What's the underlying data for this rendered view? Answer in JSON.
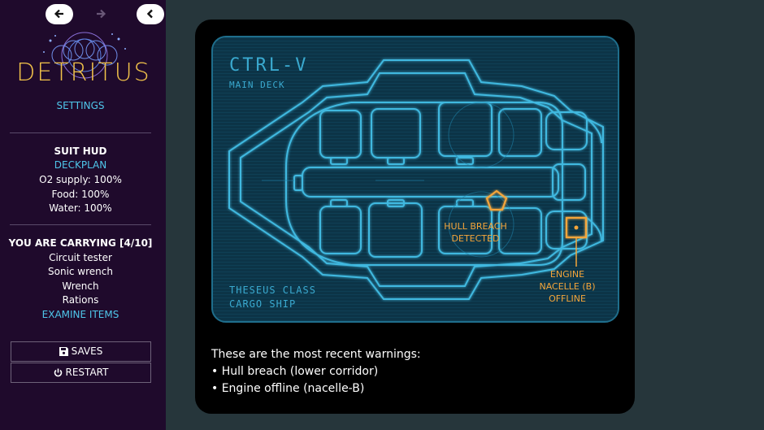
{
  "nav": {
    "back_icon": "arrow-left-icon",
    "forward_icon": "arrow-right-icon",
    "collapse_icon": "chevron-left-icon"
  },
  "logo": {
    "text": "DETRITUS"
  },
  "sidebar": {
    "settings_label": "SETTINGS",
    "hud": {
      "title": "SUIT HUD",
      "deckplan_label": "DECKPLAN",
      "o2": "O2 supply: 100%",
      "food": "Food: 100%",
      "water": "Water: 100%"
    },
    "inventory": {
      "title": "YOU ARE CARRYING [4/10]",
      "items": [
        "Circuit tester",
        "Sonic wrench",
        "Wrench",
        "Rations"
      ],
      "examine_label": "EXAMINE ITEMS"
    },
    "saves_label": "SAVES",
    "restart_label": "RESTART"
  },
  "deckplan": {
    "ship_name": "CTRL-V",
    "deck_name": "MAIN DECK",
    "class_line1": "THESEUS CLASS",
    "class_line2": "CARGO SHIP",
    "hull_warning_line1": "HULL BREACH",
    "hull_warning_line2": "DETECTED",
    "engine_warning_line1": "ENGINE",
    "engine_warning_line2": "NACELLE (B)",
    "engine_warning_line3": "OFFLINE"
  },
  "message": {
    "intro": "These are the most recent warnings:",
    "warnings": [
      "• Hull breach (lower corridor)",
      "• Engine offline (nacelle-B)"
    ]
  },
  "colors": {
    "sidebar_bg": "#1f0a2c",
    "accent_link": "#4fc6ea",
    "logo": "#f2c34a",
    "warning": "#f4a53a",
    "blueprint": "#3fb8df"
  }
}
